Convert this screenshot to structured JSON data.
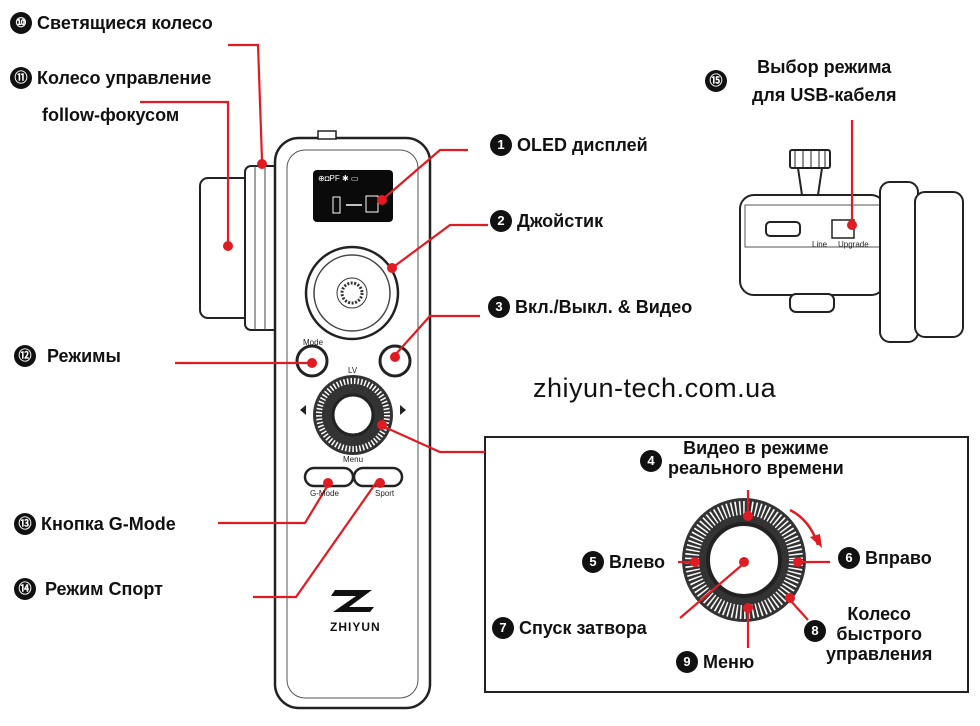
{
  "callouts": [
    {
      "id": 10,
      "badge": "⑩",
      "text": "Светящиеся колесо"
    },
    {
      "id": 11,
      "badge": "⑪",
      "text": "Колесо управление",
      "text2": "follow-фокусом"
    },
    {
      "id": 1,
      "badge": "1",
      "text": "OLED дисплей"
    },
    {
      "id": 2,
      "badge": "2",
      "text": "Джойстик"
    },
    {
      "id": 3,
      "badge": "3",
      "text": "Вкл./Выкл. & Видео"
    },
    {
      "id": 12,
      "badge": "⑫",
      "text": "Режимы"
    },
    {
      "id": 13,
      "badge": "⑬",
      "text": "Кнопка G-Mode"
    },
    {
      "id": 14,
      "badge": "⑭",
      "text": "Режим Спорт"
    },
    {
      "id": 15,
      "badge": "⑮",
      "text": "Выбор режима",
      "text2": "для USB-кабеля"
    },
    {
      "id": 4,
      "badge": "4",
      "text": "Видео в режиме",
      "text2": "реального времени"
    },
    {
      "id": 5,
      "badge": "5",
      "text": "Влево"
    },
    {
      "id": 6,
      "badge": "6",
      "text": "Вправо"
    },
    {
      "id": 7,
      "badge": "7",
      "text": "Спуск затвора"
    },
    {
      "id": 8,
      "badge": "8",
      "text": "Колесо",
      "text2": "быстрого",
      "text3": "управления"
    },
    {
      "id": 9,
      "badge": "9",
      "text": "Меню"
    }
  ],
  "website": "zhiyun-tech.com.ua",
  "device_text": {
    "mode": "Mode",
    "lv": "LV",
    "menu": "Menu",
    "gmode": "G-Mode",
    "sport": "Sport",
    "brand": "ZHIYUN",
    "oled_status": "⊕◘PF ✱ ▭",
    "usb_line": "Line",
    "usb_upgrade": "Upgrade"
  },
  "colors": {
    "accent": "#e11b22",
    "text": "#111111"
  }
}
